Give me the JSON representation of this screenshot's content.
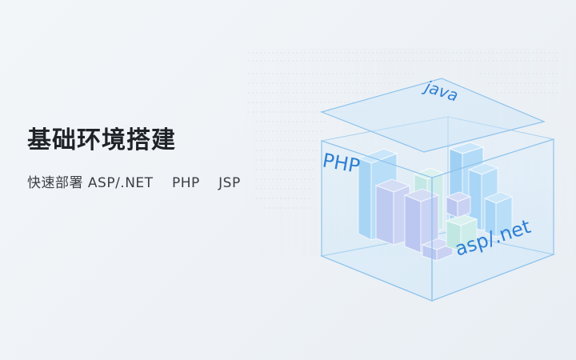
{
  "banner": {
    "title": "基础环境搭建",
    "subtitle": "快速部署 ASP/.NET　 PHP　 JSP"
  },
  "illustration": {
    "labels": {
      "java": "java",
      "php": "PHP",
      "aspnet": "asp/.net"
    },
    "colors": {
      "text_blue": "#2f7fd3",
      "cube_line": "#8ec3ec",
      "bar_blue": "#9fd0f4",
      "bar_purple": "#b9c2ee",
      "bar_mint": "#bfe6e0"
    }
  }
}
